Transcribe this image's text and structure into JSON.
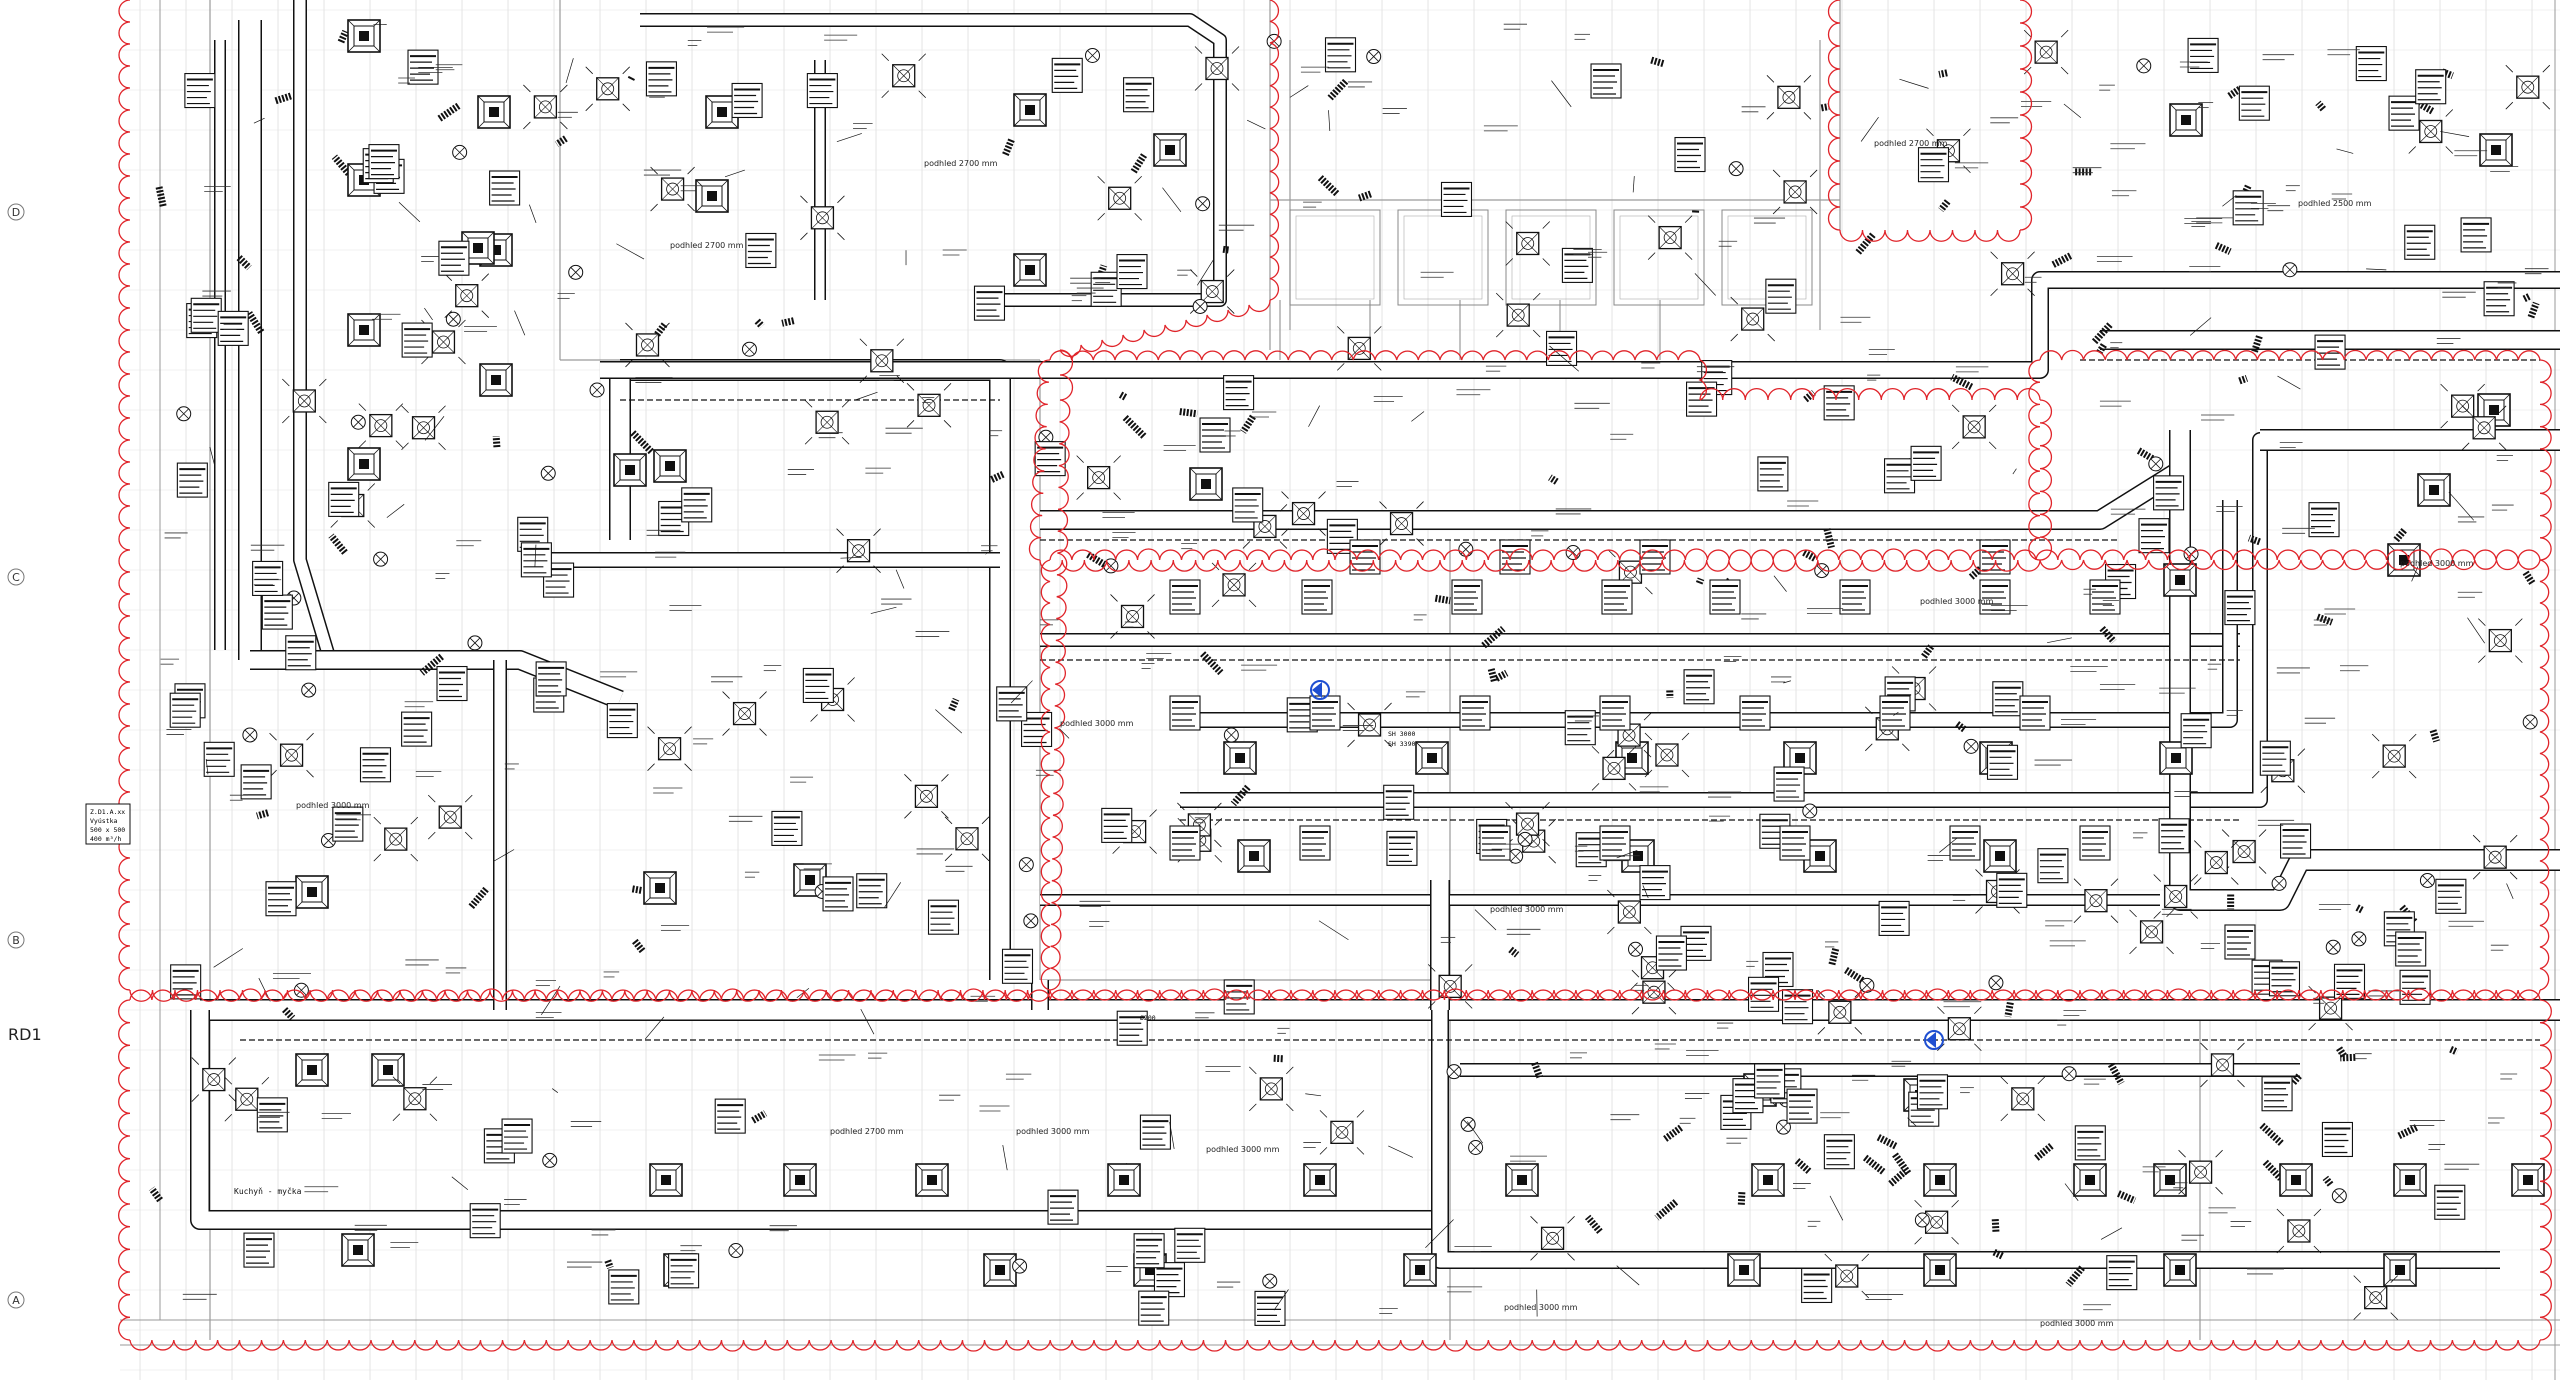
{
  "drawing": {
    "level_tag": "RD1",
    "grid_tags": [
      "D",
      "C",
      "B",
      "A"
    ],
    "callouts": [
      "podhled 2700 mm",
      "podhled 3000 mm",
      "podhled 2700 mm",
      "podhled 3000 mm",
      "podhled 3000 mm",
      "podhled 2700 mm",
      "podhled 3000 mm",
      "podhled 3000 mm",
      "podhled 3000 mm",
      "podhled 3000 mm",
      "podhled 2500 mm",
      "podhled 2700 mm",
      "podhled 3000 mm",
      "podhled 3000 mm"
    ],
    "room_note": "Kuchyň - myčka",
    "diffuser_label": [
      "Z.D1.A.xx",
      "Vyústka",
      "500 x 500",
      "400 m³/h"
    ],
    "elevation_label": [
      "SH 3000",
      "SH 3390"
    ],
    "duct_size": "Ø200"
  },
  "colors": {
    "background": "#ffffff",
    "revision_cloud": "#e0242a",
    "linework": "#111111",
    "grid": "#c8c8c8",
    "marker": "#1f4fd1"
  }
}
